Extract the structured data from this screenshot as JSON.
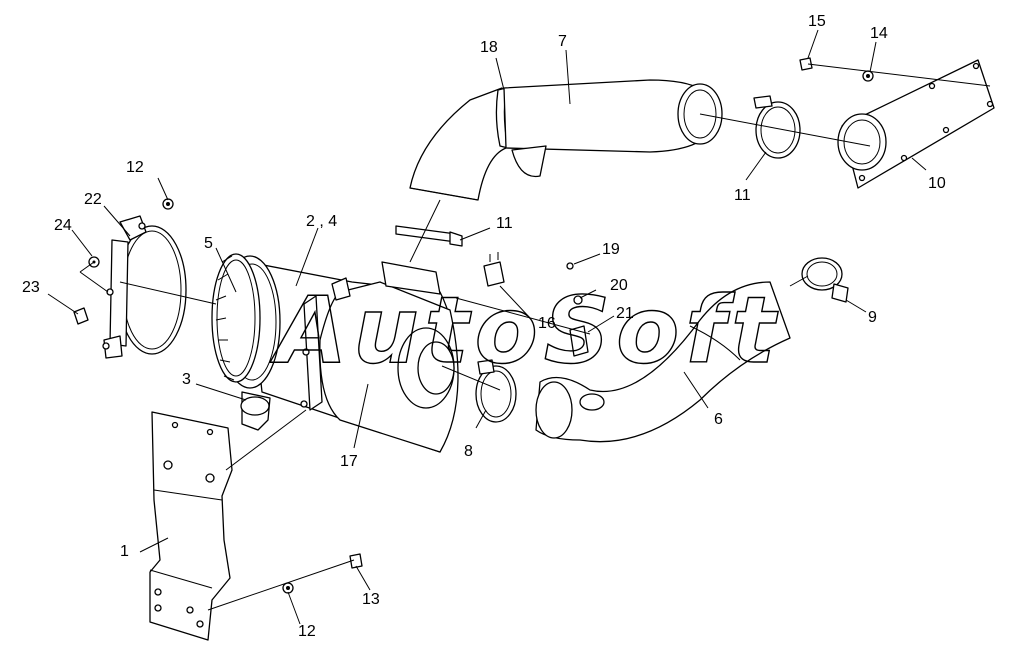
{
  "watermark": "AutoSoft",
  "labels": [
    {
      "id": "l1",
      "text": "1"
    },
    {
      "id": "l2_4",
      "text": "2 , 4"
    },
    {
      "id": "l3",
      "text": "3"
    },
    {
      "id": "l5",
      "text": "5"
    },
    {
      "id": "l6",
      "text": "6"
    },
    {
      "id": "l7",
      "text": "7"
    },
    {
      "id": "l8",
      "text": "8"
    },
    {
      "id": "l9",
      "text": "9"
    },
    {
      "id": "l10",
      "text": "10"
    },
    {
      "id": "l11a",
      "text": "11"
    },
    {
      "id": "l11b",
      "text": "11"
    },
    {
      "id": "l12a",
      "text": "12"
    },
    {
      "id": "l12b",
      "text": "12"
    },
    {
      "id": "l13",
      "text": "13"
    },
    {
      "id": "l14",
      "text": "14"
    },
    {
      "id": "l15",
      "text": "15"
    },
    {
      "id": "l16",
      "text": "16"
    },
    {
      "id": "l17",
      "text": "17"
    },
    {
      "id": "l18",
      "text": "18"
    },
    {
      "id": "l19",
      "text": "19"
    },
    {
      "id": "l20",
      "text": "20"
    },
    {
      "id": "l21",
      "text": "21"
    },
    {
      "id": "l22",
      "text": "22"
    },
    {
      "id": "l23",
      "text": "23"
    },
    {
      "id": "l24",
      "text": "24"
    }
  ]
}
